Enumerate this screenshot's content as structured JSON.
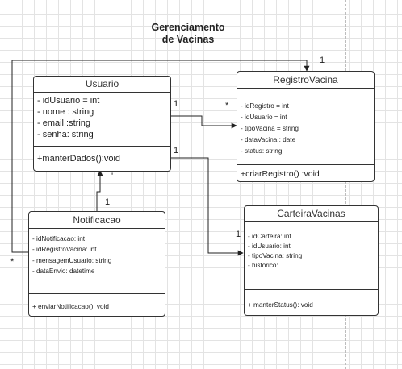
{
  "title": {
    "line1": "Gerenciamento",
    "line2": "de Vacinas"
  },
  "classes": {
    "usuario": {
      "name": "Usuario",
      "attributes": [
        "- idUsuario = int",
        "- nome : string",
        "- email :string",
        "- senha: string"
      ],
      "operations": [
        "+manterDados():void"
      ]
    },
    "registro_vacina": {
      "name": "RegistroVacina",
      "attributes": [
        "- idRegistro = int",
        "- idUsuario = int",
        "- tipoVacina = string",
        "- dataVacina : date",
        "- status: string"
      ],
      "operations": [
        "+criarRegistro() :void"
      ]
    },
    "carteira_vacinas": {
      "name": "CarteiraVacinas",
      "attributes": [
        "- idCarteira: int",
        "- idUsuario: int",
        "- tipoVacina: string",
        "- historico:"
      ],
      "operations": [
        "+ manterStatus(): void"
      ]
    },
    "notificacao": {
      "name": "Notificacao",
      "attributes": [
        "- idNotificacao: int",
        "- idRegistroVacina: int",
        "- mensagemUsuario: string",
        "- dataEnvio: datetime"
      ],
      "operations": [
        "+ enviarNotificacao(): void"
      ]
    }
  },
  "multiplicities": {
    "usuario_registro_src": "1",
    "usuario_registro_dst": "*",
    "usuario_carteira_src": "1",
    "usuario_carteira_dst": "1",
    "notificacao_usuario": "1",
    "notificacao_usuario_tick": "'",
    "notificacao_registro_src": "*",
    "notificacao_registro_dst": "1"
  }
}
